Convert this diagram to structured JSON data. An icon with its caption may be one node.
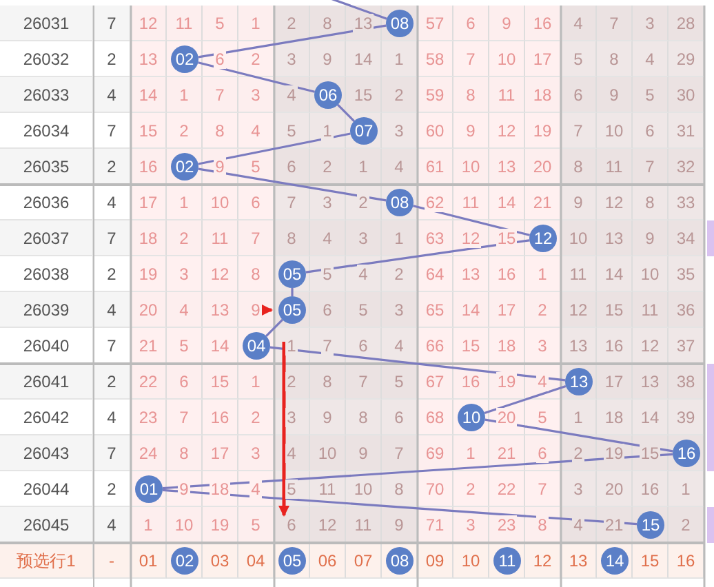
{
  "diagram": {
    "nodes": [
      {
        "text": [
          "08"
        ]
      },
      {
        "text": [
          "02"
        ]
      },
      {
        "text": [
          "06"
        ]
      },
      {
        "text": [
          "07"
        ]
      },
      {
        "text": [
          "02"
        ]
      },
      {
        "text": [
          "08"
        ]
      },
      {
        "text": [
          "12"
        ]
      },
      {
        "text": [
          "05"
        ]
      },
      {
        "text": [
          "05"
        ]
      },
      {
        "text": [
          "04"
        ]
      },
      {
        "text": [
          "13"
        ]
      },
      {
        "text": [
          "10"
        ]
      },
      {
        "text": [
          "16"
        ]
      },
      {
        "text": [
          "01"
        ]
      },
      {
        "text": [
          "15"
        ]
      },
      {
        "text": [
          "02"
        ]
      },
      {
        "text": [
          "05"
        ]
      },
      {
        "text": [
          "08"
        ]
      },
      {
        "text": [
          "11"
        ]
      },
      {
        "text": [
          "14"
        ]
      }
    ],
    "edges": [
      {
        "from": null,
        "to": 0,
        "arrow": "none"
      },
      {
        "from": 0,
        "to": 1,
        "arrow": "none"
      },
      {
        "from": 1,
        "to": 2,
        "arrow": "none"
      },
      {
        "from": 2,
        "to": 3,
        "arrow": "none"
      },
      {
        "from": 3,
        "to": 4,
        "arrow": "none"
      },
      {
        "from": 4,
        "to": 5,
        "arrow": "none"
      },
      {
        "from": 5,
        "to": 6,
        "arrow": "none"
      },
      {
        "from": 6,
        "to": 7,
        "arrow": "none"
      },
      {
        "from": 7,
        "to": 8,
        "arrow": "none"
      },
      {
        "from": 8,
        "to": 9,
        "arrow": "none"
      },
      {
        "from": 9,
        "to": 10,
        "arrow": "none"
      },
      {
        "from": 10,
        "to": 11,
        "arrow": "none"
      },
      {
        "from": 11,
        "to": 12,
        "arrow": "none"
      },
      {
        "from": 12,
        "to": 13,
        "arrow": "none"
      },
      {
        "from": 13,
        "to": 14,
        "arrow": "none"
      }
    ],
    "labels": [
      "26031",
      "7",
      "12",
      "11",
      "5",
      "1",
      "2",
      "8",
      "13",
      "57",
      "6",
      "9",
      "16",
      "4",
      "7",
      "3",
      "28",
      "26032",
      "2",
      "13",
      "6",
      "2",
      "3",
      "9",
      "14",
      "1",
      "58",
      "7",
      "10",
      "17",
      "5",
      "8",
      "4",
      "29",
      "26033",
      "4",
      "14",
      "1",
      "7",
      "3",
      "4",
      "15",
      "2",
      "59",
      "8",
      "11",
      "18",
      "6",
      "9",
      "5",
      "30",
      "26034",
      "7",
      "15",
      "2",
      "8",
      "4",
      "5",
      "1",
      "3",
      "60",
      "9",
      "12",
      "19",
      "7",
      "10",
      "6",
      "31",
      "26035",
      "2",
      "16",
      "9",
      "5",
      "6",
      "2",
      "1",
      "4",
      "61",
      "10",
      "13",
      "20",
      "8",
      "11",
      "7",
      "32",
      "26036",
      "4",
      "17",
      "1",
      "10",
      "6",
      "7",
      "3",
      "2",
      "62",
      "11",
      "14",
      "21",
      "9",
      "12",
      "8",
      "33",
      "26037",
      "7",
      "18",
      "2",
      "11",
      "7",
      "8",
      "4",
      "3",
      "1",
      "63",
      "12",
      "15",
      "10",
      "13",
      "9",
      "34",
      "26038",
      "2",
      "19",
      "3",
      "12",
      "8",
      "5",
      "4",
      "2",
      "64",
      "13",
      "16",
      "1",
      "11",
      "14",
      "10",
      "35",
      "26039",
      "4",
      "20",
      "4",
      "13",
      "9",
      "6",
      "5",
      "3",
      "65",
      "14",
      "17",
      "2",
      "12",
      "15",
      "11",
      "36",
      "26040",
      "7",
      "21",
      "5",
      "14",
      "1",
      "7",
      "6",
      "4",
      "66",
      "15",
      "18",
      "3",
      "13",
      "16",
      "12",
      "37",
      "26041",
      "2",
      "22",
      "6",
      "15",
      "1",
      "2",
      "8",
      "7",
      "5",
      "67",
      "16",
      "19",
      "4",
      "17",
      "13",
      "38",
      "26042",
      "4",
      "23",
      "7",
      "16",
      "2",
      "3",
      "9",
      "8",
      "6",
      "68",
      "20",
      "5",
      "1",
      "18",
      "14",
      "39",
      "26043",
      "7",
      "24",
      "8",
      "17",
      "3",
      "4",
      "10",
      "9",
      "7",
      "69",
      "1",
      "21",
      "6",
      "2",
      "19",
      "15",
      "26044",
      "2",
      "9",
      "18",
      "4",
      "5",
      "11",
      "10",
      "8",
      "70",
      "2",
      "22",
      "7",
      "3",
      "20",
      "16",
      "1",
      "26045",
      "4",
      "1",
      "10",
      "19",
      "5",
      "6",
      "12",
      "11",
      "9",
      "71",
      "3",
      "23",
      "8",
      "4",
      "21",
      "2",
      "预选行1",
      "-",
      "01",
      "03",
      "04",
      "06",
      "07",
      "09",
      "10",
      "12",
      "13",
      "15",
      "16"
    ]
  }
}
